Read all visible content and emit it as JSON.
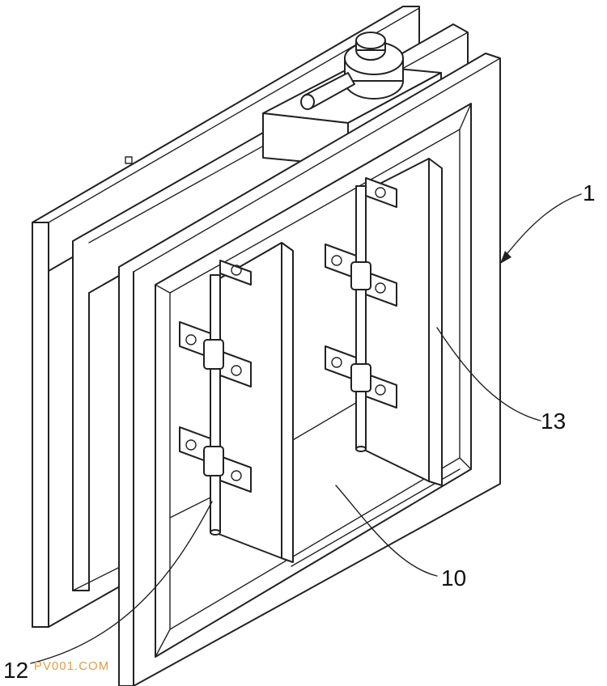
{
  "figure": {
    "labels": [
      {
        "id": "label-1",
        "text": "1"
      },
      {
        "id": "label-13",
        "text": "13"
      },
      {
        "id": "label-10",
        "text": "10"
      },
      {
        "id": "label-12",
        "text": "12"
      }
    ],
    "watermark": "PV001.COM"
  }
}
